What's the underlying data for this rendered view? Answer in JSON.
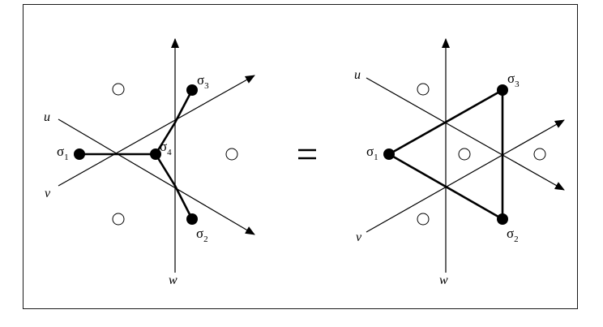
{
  "left_diagram": {
    "axis_labels": {
      "u": "u",
      "v": "v",
      "w": "w"
    },
    "nodes": [
      {
        "sigma": "σ",
        "index": "1"
      },
      {
        "sigma": "σ",
        "index": "2"
      },
      {
        "sigma": "σ",
        "index": "3"
      },
      {
        "sigma": "σ",
        "index": "4"
      }
    ]
  },
  "relation_symbol": "=",
  "right_diagram": {
    "axis_labels": {
      "u": "u",
      "v": "v",
      "w": "w"
    },
    "nodes": [
      {
        "sigma": "σ",
        "index": "1"
      },
      {
        "sigma": "σ",
        "index": "2"
      },
      {
        "sigma": "σ",
        "index": "3"
      }
    ]
  }
}
